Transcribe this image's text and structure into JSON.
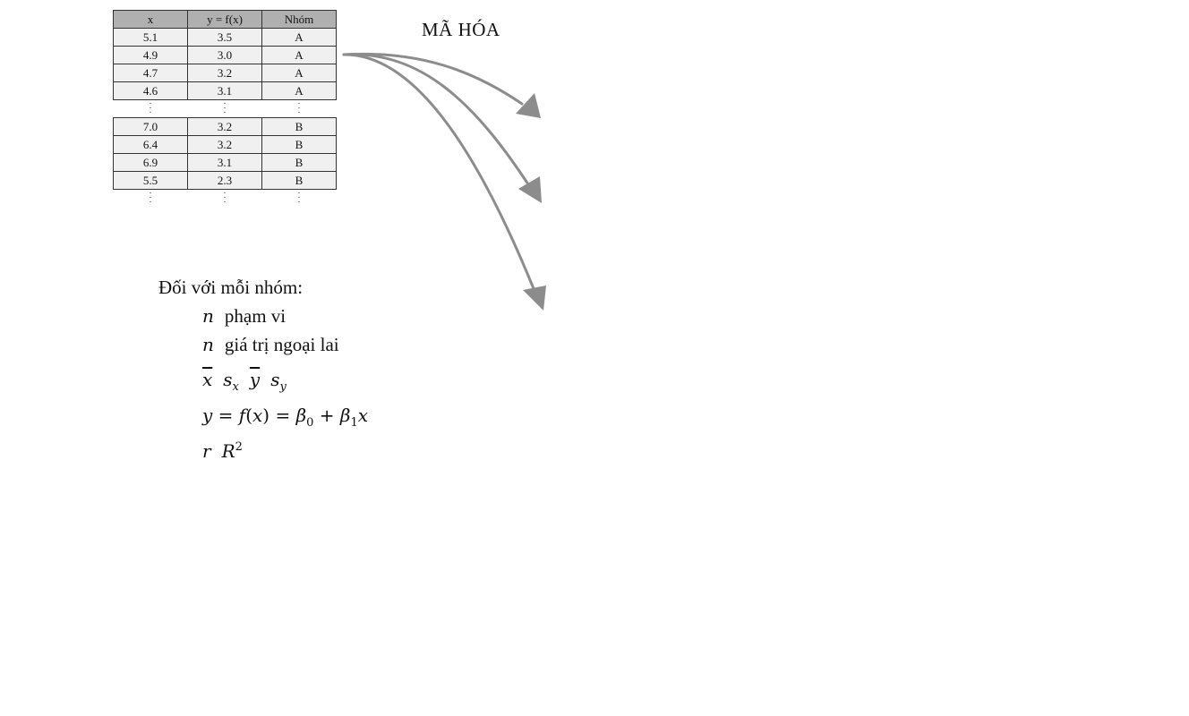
{
  "table": {
    "headers": [
      "x",
      "y = f(x)",
      "Nhóm"
    ],
    "rows_group_a": [
      [
        "5.1",
        "3.5",
        "A"
      ],
      [
        "4.9",
        "3.0",
        "A"
      ],
      [
        "4.7",
        "3.2",
        "A"
      ],
      [
        "4.6",
        "3.1",
        "A"
      ]
    ],
    "rows_group_b": [
      [
        "7.0",
        "3.2",
        "B"
      ],
      [
        "6.4",
        "3.2",
        "B"
      ],
      [
        "6.9",
        "3.1",
        "B"
      ],
      [
        "5.5",
        "2.3",
        "B"
      ]
    ]
  },
  "encode_label": "MÃ HÓA",
  "group_stats": {
    "heading": "Đối với mỗi nhóm:",
    "line1": {
      "symbol": "n",
      "text": "phạm vi"
    },
    "line2": {
      "symbol": "n",
      "text": "giá trị ngoại lai"
    },
    "line3": {
      "xbar": "x",
      "sx": "s",
      "sx_sub": "x",
      "ybar": "y",
      "sy": "s",
      "sy_sub": "y"
    },
    "line4": {
      "lhs": "y",
      "eq1": " = ",
      "fx": "f",
      "paren_open": "(",
      "x": "x",
      "paren_close": ")",
      "eq2": " = ",
      "b0": "β",
      "b0_sub": "0",
      "plus": " + ",
      "b1": "β",
      "b1_sub": "1",
      "x2": "x"
    },
    "line5": {
      "r": "r",
      "R": "R",
      "R_sup": "2"
    }
  },
  "colors": {
    "arrow": "#8c8c8c",
    "header_fill": "#b0b0b0",
    "cell_fill": "#f0f0f0"
  }
}
